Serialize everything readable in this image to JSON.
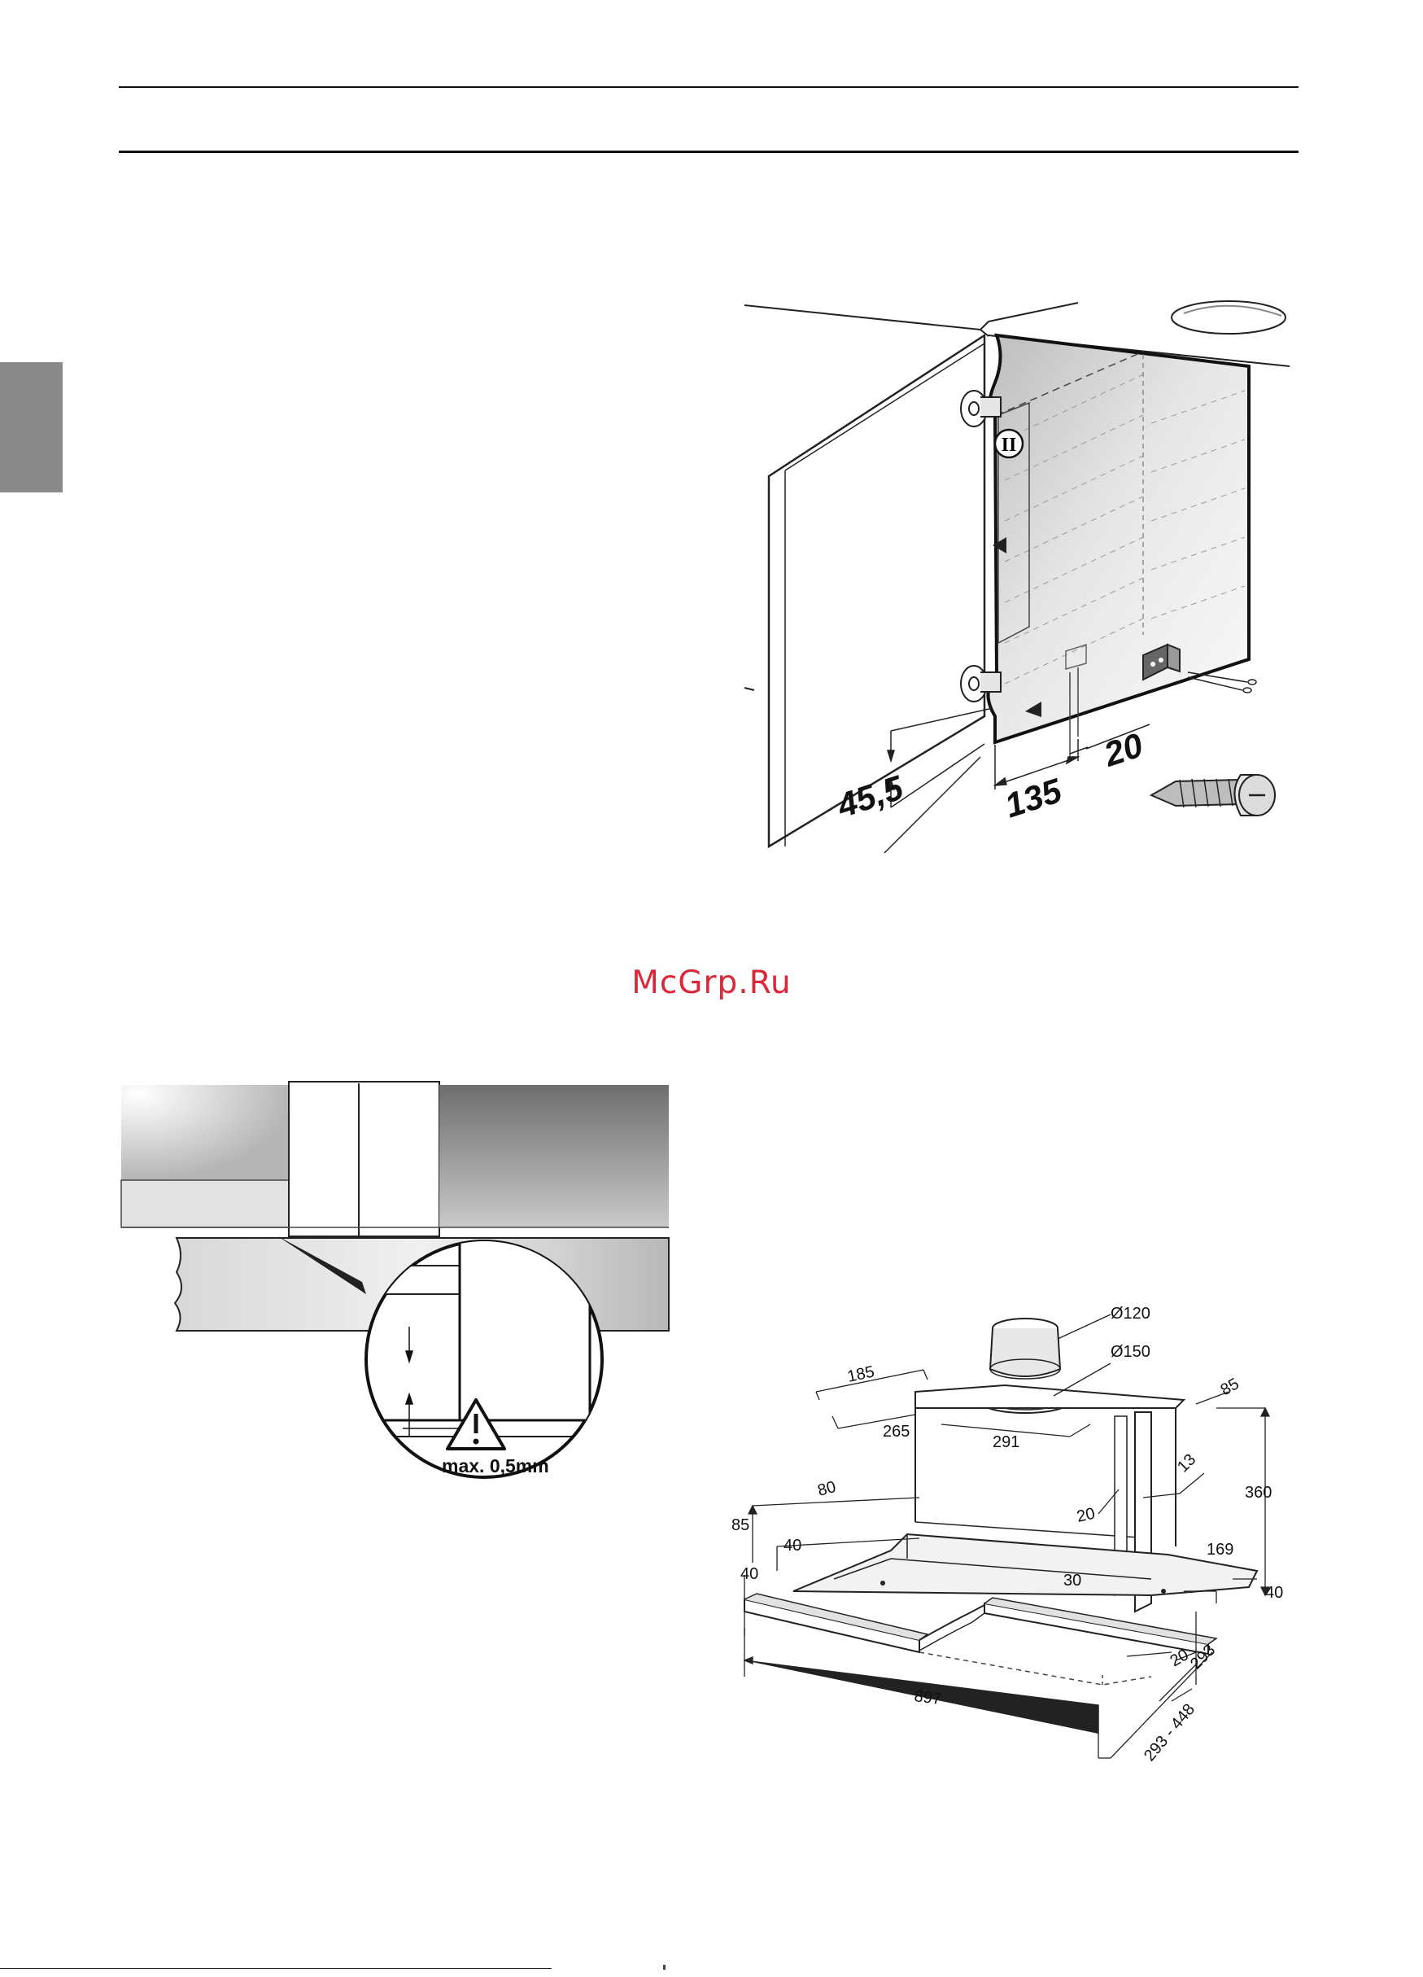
{
  "watermark": "McGrp.Ru",
  "figure_door": {
    "label_height": "45,5",
    "label_depth": "135",
    "label_offset": "20",
    "badge": "II"
  },
  "figure_gap": {
    "label_gap": "max. 0,5mm"
  },
  "figure_hood": {
    "dia_120": "Ø120",
    "dia_150": "Ø150",
    "d185": "185",
    "d265": "265",
    "d291": "291",
    "d85_top": "85",
    "d360": "360",
    "d13": "13",
    "d80": "80",
    "d85_left": "85",
    "d40_left": "40",
    "d20_inner": "20",
    "d30": "30",
    "d169": "169",
    "d40_right": "40",
    "d40_front": "40",
    "d897": "897",
    "d20_front": "20",
    "d293": "293",
    "d293_448": "293 - 448"
  }
}
